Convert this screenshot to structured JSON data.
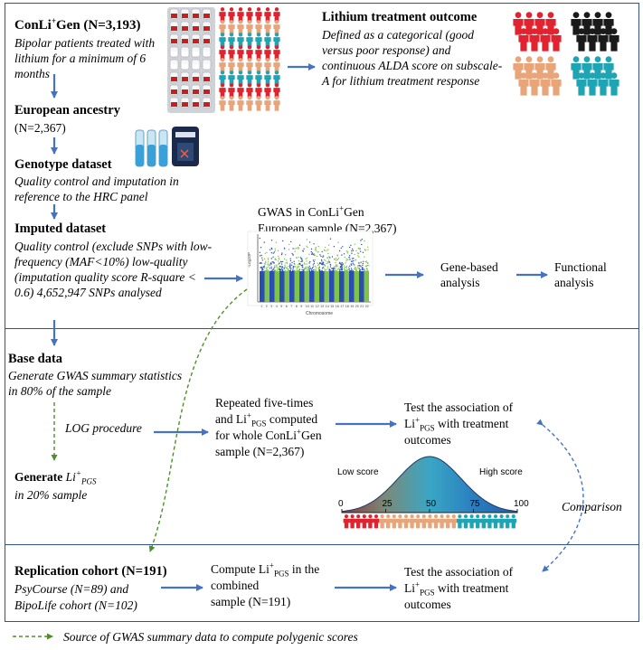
{
  "top": {
    "conli_pre": "ConLi",
    "conli_sup": "+",
    "conli_post": "Gen (N=3,193)",
    "conli_desc": "Bipolar patients treated with lithium for a minimum of 6 months",
    "european_title": "European ancestry",
    "european_n": "(N=2,367)",
    "genotype_title": "Genotype dataset",
    "genotype_desc": "Quality control and imputation in reference to the HRC panel",
    "imputed_title": "Imputed dataset",
    "imputed_desc": "Quality control (exclude SNPs with low-frequency (MAF<10%) low-quality (imputation quality score R-square < 0.6) 4,652,947 SNPs analysed",
    "outcome_title": "Lithium treatment outcome",
    "outcome_desc": "Defined as a categorical (good versus poor response) and continuous ALDA score on subscale-A for lithium treatment response",
    "gwas_line1_pre": "GWAS in ConLi",
    "gwas_line1_sup": "+",
    "gwas_line1_post": "Gen",
    "gwas_line2": "European sample (N=2,367)",
    "gene_based": "Gene-based analysis",
    "functional": "Functional analysis",
    "manhattan": {
      "ylabel": "-Log10P",
      "xlabel": "Chromosome",
      "chromosomes": [
        "1",
        "2",
        "3",
        "4",
        "5",
        "6",
        "7",
        "8",
        "9",
        "10",
        "11",
        "12",
        "13",
        "14",
        "15",
        "16",
        "17",
        "18",
        "19",
        "20",
        "21",
        "22"
      ],
      "colors": [
        "#2a4db3",
        "#7ec34a"
      ]
    }
  },
  "middle": {
    "base_title": "Base data",
    "base_desc": "Generate GWAS summary statistics in 80% of the sample",
    "log_procedure": "LOG procedure",
    "generate_title": "Generate",
    "generate_li": "Li",
    "generate_sup": "+",
    "generate_sub": "PGS",
    "generate_desc": "in 20% sample",
    "repeated_line1": "Repeated five-times",
    "repeated_line2_pre": "and Li",
    "repeated_line2_sup": "+",
    "repeated_line2_sub": "PGS",
    "repeated_line2_post": " computed",
    "repeated_line3_pre": "for whole ConLi",
    "repeated_line3_sup": "+",
    "repeated_line3_post": "Gen",
    "repeated_line4": "sample (N=2,367)",
    "test_line1": "Test the association of",
    "test_line2_li": "Li",
    "test_line2_sup": "+",
    "test_line2_sub": "PGS",
    "test_line2_post": " with treatment",
    "test_line3": "outcomes",
    "low_score": "Low score",
    "high_score": "High score",
    "comparison": "Comparison",
    "ticks": [
      "0",
      "25",
      "50",
      "75",
      "100"
    ]
  },
  "bottom": {
    "replication_title": "Replication cohort (N=191)",
    "replication_line1": "PsyCourse (N=89) and",
    "replication_line2": "BipoLife cohort (N=102)",
    "compute_line1_pre": "Compute Li",
    "compute_line1_sup": "+",
    "compute_line1_sub": "PGS",
    "compute_line1_post": " in the",
    "compute_line2": "combined",
    "compute_line3": "sample (N=191)",
    "test_line1": "Test the association of",
    "test_line2_li": "Li",
    "test_line2_sup": "+",
    "test_line2_sub": "PGS",
    "test_line2_post": " with treatment",
    "test_line3": "outcomes"
  },
  "legend": {
    "text": "Source of GWAS summary data to compute polygenic scores"
  },
  "colors": {
    "border": "#2f5496",
    "arrow": "#4472c4",
    "dashed_green": "#4e8f2a",
    "dashed_blue": "#4472c4",
    "red": "#e0232e",
    "black": "#1a1a1a",
    "tan": "#e8a57a",
    "teal": "#1fa4b4"
  }
}
